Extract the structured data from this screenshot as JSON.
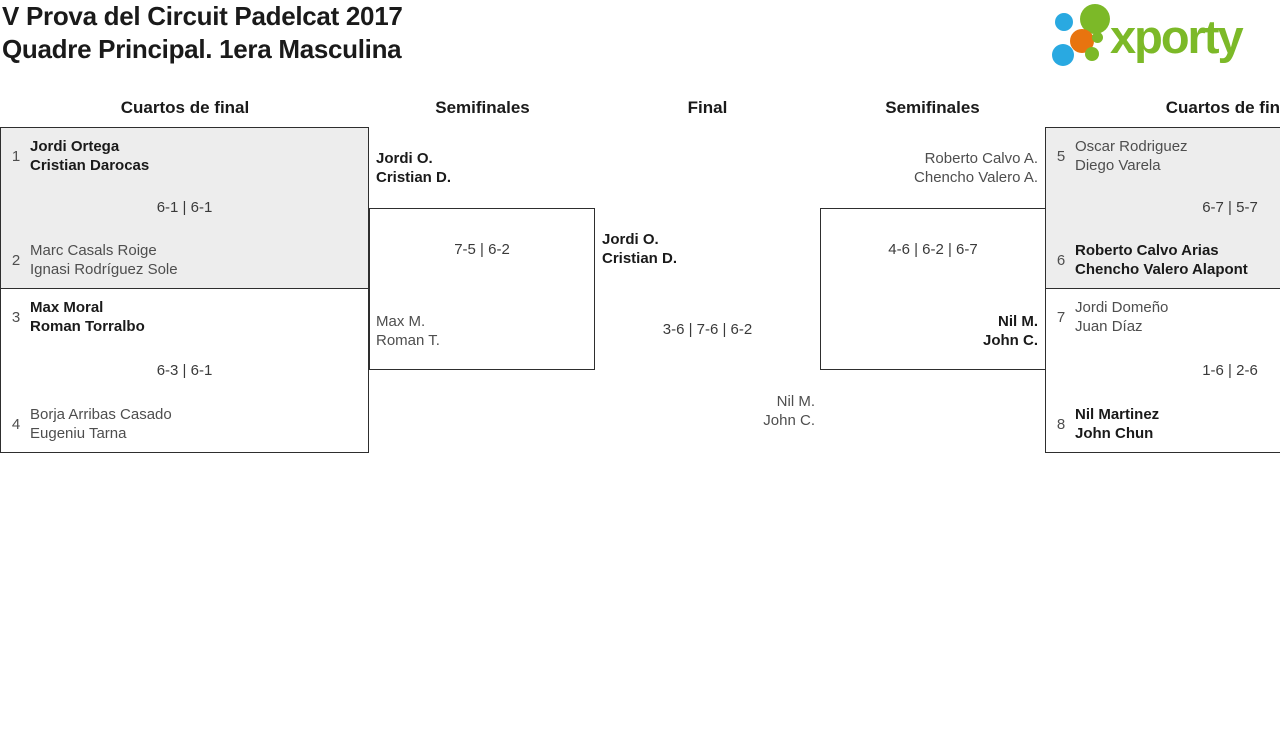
{
  "title": {
    "line1": "V Prova del Circuit Padelcat 2017",
    "line2": "Quadre Principal. 1era Masculina"
  },
  "logo": {
    "brand": "xporty"
  },
  "colors": {
    "brand_green": "#7cb928",
    "brand_blue": "#29a9e1",
    "brand_orange": "#e8740f",
    "winner_text": "#1a1a1a",
    "loser_text": "#4e4e4e",
    "shaded_box_bg": "#ededed",
    "box_border": "#2e2e2e"
  },
  "round_headers": [
    "Cuartos de final",
    "Semifinales",
    "Final",
    "Semifinales",
    "Cuartos de final"
  ],
  "matches": {
    "qf_left_1": {
      "seed_top": "1",
      "top": [
        "Jordi Ortega",
        "Cristian Darocas"
      ],
      "score": "6-1 | 6-1",
      "seed_bottom": "2",
      "bottom": [
        "Marc Casals Roige",
        "Ignasi Rodríguez Sole"
      ],
      "winner": "top"
    },
    "qf_left_2": {
      "seed_top": "3",
      "top": [
        "Max Moral",
        "Roman Torralbo"
      ],
      "score": "6-3 | 6-1",
      "seed_bottom": "4",
      "bottom": [
        "Borja Arribas Casado",
        "Eugeniu Tarna"
      ],
      "winner": "top"
    },
    "sf_left": {
      "top": [
        "Jordi O.",
        "Cristian D."
      ],
      "score": "7-5 | 6-2",
      "bottom": [
        "Max M.",
        "Roman T."
      ],
      "winner": "top"
    },
    "final": {
      "top": [
        "Jordi O.",
        "Cristian D."
      ],
      "score": "3-6 | 7-6 | 6-2",
      "bottom": [
        "Nil M.",
        "John C."
      ],
      "winner": "top"
    },
    "sf_right": {
      "top": [
        "Roberto Calvo A.",
        "Chencho Valero A."
      ],
      "score": "4-6 | 6-2 | 6-7",
      "bottom": [
        "Nil M.",
        "John C."
      ],
      "winner": "bottom"
    },
    "qf_right_1": {
      "seed_top": "5",
      "top": [
        "Oscar Rodriguez",
        "Diego Varela"
      ],
      "score": "6-7 | 5-7",
      "seed_bottom": "6",
      "bottom": [
        "Roberto Calvo Arias",
        "Chencho Valero Alapont"
      ],
      "winner": "bottom"
    },
    "qf_right_2": {
      "seed_top": "7",
      "top": [
        "Jordi Domeño",
        "Juan Díaz"
      ],
      "score": "1-6 | 2-6",
      "seed_bottom": "8",
      "bottom": [
        "Nil Martinez",
        "John Chun"
      ],
      "winner": "bottom"
    }
  }
}
